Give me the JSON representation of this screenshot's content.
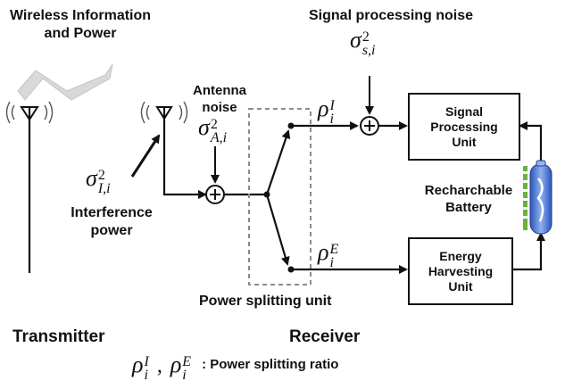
{
  "labels": {
    "wireless_line1": "Wireless Information",
    "wireless_line2": "and Power",
    "signal_processing_noise": "Signal processing noise",
    "antenna_line1": "Antenna",
    "antenna_line2": "noise",
    "interference_line1": "Interference",
    "interference_line2": "power",
    "recharchable_line1": "Recharchable",
    "recharchable_line2": "Battery",
    "power_splitting_unit": "Power splitting unit",
    "transmitter": "Transmitter",
    "receiver": "Receiver",
    "power_splitting_ratio": ": Power splitting ratio"
  },
  "symbols": {
    "sigma_s": {
      "base": "σ",
      "sup": "2",
      "sub": "s,i"
    },
    "sigma_A": {
      "base": "σ",
      "sup": "2",
      "sub": "A,i"
    },
    "sigma_I": {
      "base": "σ",
      "sup": "2",
      "sub": "I,i"
    },
    "rho_I": {
      "base": "ρ",
      "sup": "I",
      "sub": "i"
    },
    "rho_E": {
      "base": "ρ",
      "sup": "E",
      "sub": "i"
    },
    "legend_rho_I": {
      "base": "ρ",
      "sup": "I",
      "sub": "i"
    },
    "legend_rho_E": {
      "base": "ρ",
      "sup": "E",
      "sub": "i"
    },
    "legend_comma": ","
  },
  "boxes": {
    "signal_processing": [
      "Signal",
      "Processing",
      "Unit"
    ],
    "energy_harvesting": [
      "Energy",
      "Harvesting",
      "Unit"
    ]
  },
  "colors": {
    "lightning": "#d9d9d9",
    "battery_blue": "#3f6fd6",
    "battery_green": "#6ab33a",
    "dashed_box": "#8c8c8c"
  }
}
